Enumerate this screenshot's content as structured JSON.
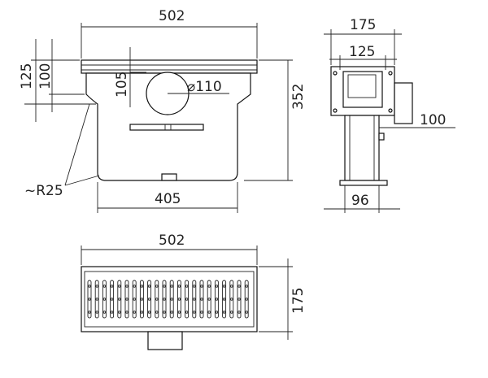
{
  "drawing": {
    "front_view": {
      "width_top": "502",
      "inner_width": "405",
      "height_total": "352",
      "dim_125": "125",
      "dim_100": "100",
      "dim_105": "105",
      "pipe_diameter": "⌀110",
      "radius": "~R25"
    },
    "side_view": {
      "width_175": "175",
      "width_125": "125",
      "outlet_100": "100",
      "outlet_96": "96"
    },
    "top_view": {
      "width": "502",
      "depth": "175"
    }
  },
  "colors": {
    "line": "#111111",
    "background": "#ffffff"
  }
}
